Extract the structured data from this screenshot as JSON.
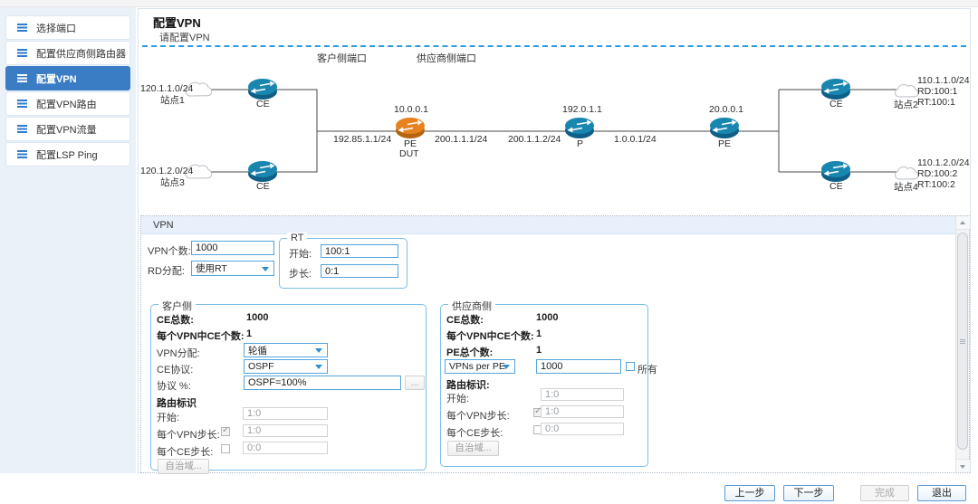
{
  "colors": {
    "accent_blue": "#3b7dc4",
    "dashed_line": "#2b9be0",
    "router_teal": "#1886ae",
    "router_orange": "#e8821e",
    "input_border": "#53a4dd",
    "fieldset_border": "#79bfe8"
  },
  "sidebar": {
    "items": [
      {
        "label": "选择端口",
        "active": false
      },
      {
        "label": "配置供应商侧路由器",
        "active": false
      },
      {
        "label": "配置VPN",
        "active": true
      },
      {
        "label": "配置VPN路由",
        "active": false
      },
      {
        "label": "配置VPN流量",
        "active": false
      },
      {
        "label": "配置LSP Ping",
        "active": false
      }
    ]
  },
  "header": {
    "title": "配置VPN",
    "subtitle": "请配置VPN"
  },
  "topology": {
    "label_customer_port": "客户侧端口",
    "label_provider_port": "供应商侧端口",
    "ce_label": "CE",
    "site1": {
      "net": "120.1.1.0/24",
      "name": "站点1"
    },
    "site3": {
      "net": "120.1.2.0/24",
      "name": "站点3"
    },
    "site2": {
      "net": "110.1.1.0/24",
      "rd": "RD:100:1",
      "rt": "RT:100:1",
      "name": "站点2"
    },
    "site4": {
      "net": "110.1.2.0/24",
      "rd": "RD:100:2",
      "rt": "RT:100:2",
      "name": "站点4"
    },
    "pe_dut": {
      "ip": "10.0.0.1",
      "line1": "PE",
      "line2": "DUT"
    },
    "p_router": {
      "ip": "192.0.1.1",
      "label": "P"
    },
    "pe_right": {
      "ip": "20.0.0.1",
      "label": "PE"
    },
    "link_ce_pe": "192.85.1.1/24",
    "link_pe_out": "200.1.1.1/24",
    "link_p_in": "200.1.1.2/24",
    "link_p_out": "1.0.0.1/24"
  },
  "vpn": {
    "panel_title": "VPN",
    "vpn_count": {
      "label": "VPN个数:",
      "value": "1000"
    },
    "rd_alloc": {
      "label": "RD分配:",
      "value": "使用RT"
    },
    "rt_group": {
      "legend": "RT",
      "start": {
        "label": "开始:",
        "value": "100:1"
      },
      "step": {
        "label": "步长:",
        "value": "0:1"
      }
    },
    "customer": {
      "legend": "客户侧",
      "ce_total": {
        "label": "CE总数:",
        "value": "1000"
      },
      "ce_per_vpn": {
        "label": "每个VPN中CE个数:",
        "value": "1"
      },
      "vpn_alloc": {
        "label": "VPN分配:",
        "value": "轮循"
      },
      "ce_protocol": {
        "label": "CE协议:",
        "value": "OSPF"
      },
      "protocol_pct": {
        "label": "协议 %:",
        "value": "OSPF=100%",
        "more": "..."
      },
      "route_id_label": "路由标识",
      "start": {
        "label": "开始:",
        "value": "1:0"
      },
      "vpn_step": {
        "label": "每个VPN步长:",
        "value": "1:0",
        "checked": true
      },
      "ce_step": {
        "label": "每个CE步长:",
        "value": "0:0",
        "checked": false
      },
      "as_button": "自治域..."
    },
    "provider": {
      "legend": "供应商侧",
      "ce_total": {
        "label": "CE总数:",
        "value": "1000"
      },
      "ce_per_vpn": {
        "label": "每个VPN中CE个数:",
        "value": "1"
      },
      "pe_total": {
        "label": "PE总个数:",
        "value": "1"
      },
      "vpns_per_pe": {
        "selected": "VPNs per PE",
        "count": "1000",
        "all_label": "所有",
        "all_checked": false
      },
      "route_id_label": "路由标识:",
      "start": {
        "label": "开始:",
        "value": "1:0"
      },
      "vpn_step": {
        "label": "每个VPN步长:",
        "value": "1:0",
        "checked": true
      },
      "ce_step": {
        "label": "每个CE步长:",
        "value": "0:0",
        "checked": false
      },
      "as_button": "自治域..."
    }
  },
  "footer": {
    "prev": "上一步",
    "next": "下一步",
    "finish": "完成",
    "exit": "退出"
  }
}
